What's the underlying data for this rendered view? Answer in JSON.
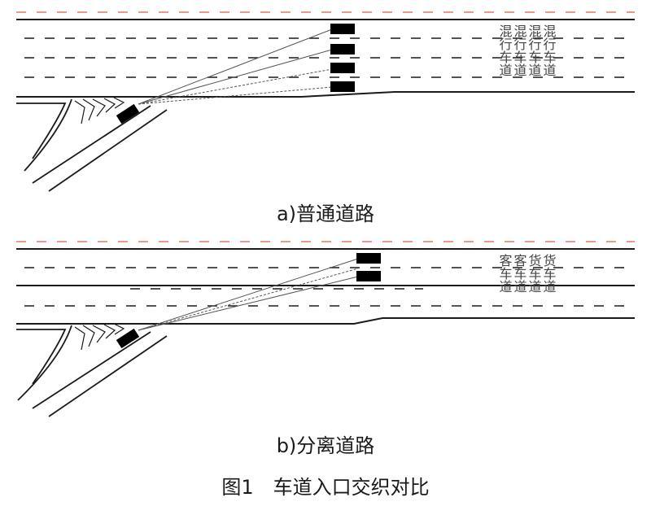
{
  "colors": {
    "road_line": "#1a1a1a",
    "edge_dash": "#e07a5f",
    "vehicle": "#000000"
  },
  "panel_a": {
    "caption": "a)普通道路",
    "lane_labels": [
      "混行车道",
      "混行车道",
      "混行车道",
      "混行车道"
    ]
  },
  "panel_b": {
    "caption": "b)分离道路",
    "lane_labels": [
      "客车道",
      "客车道",
      "货车道",
      "货车道"
    ]
  },
  "figure_title": "图1　车道入口交织对比"
}
